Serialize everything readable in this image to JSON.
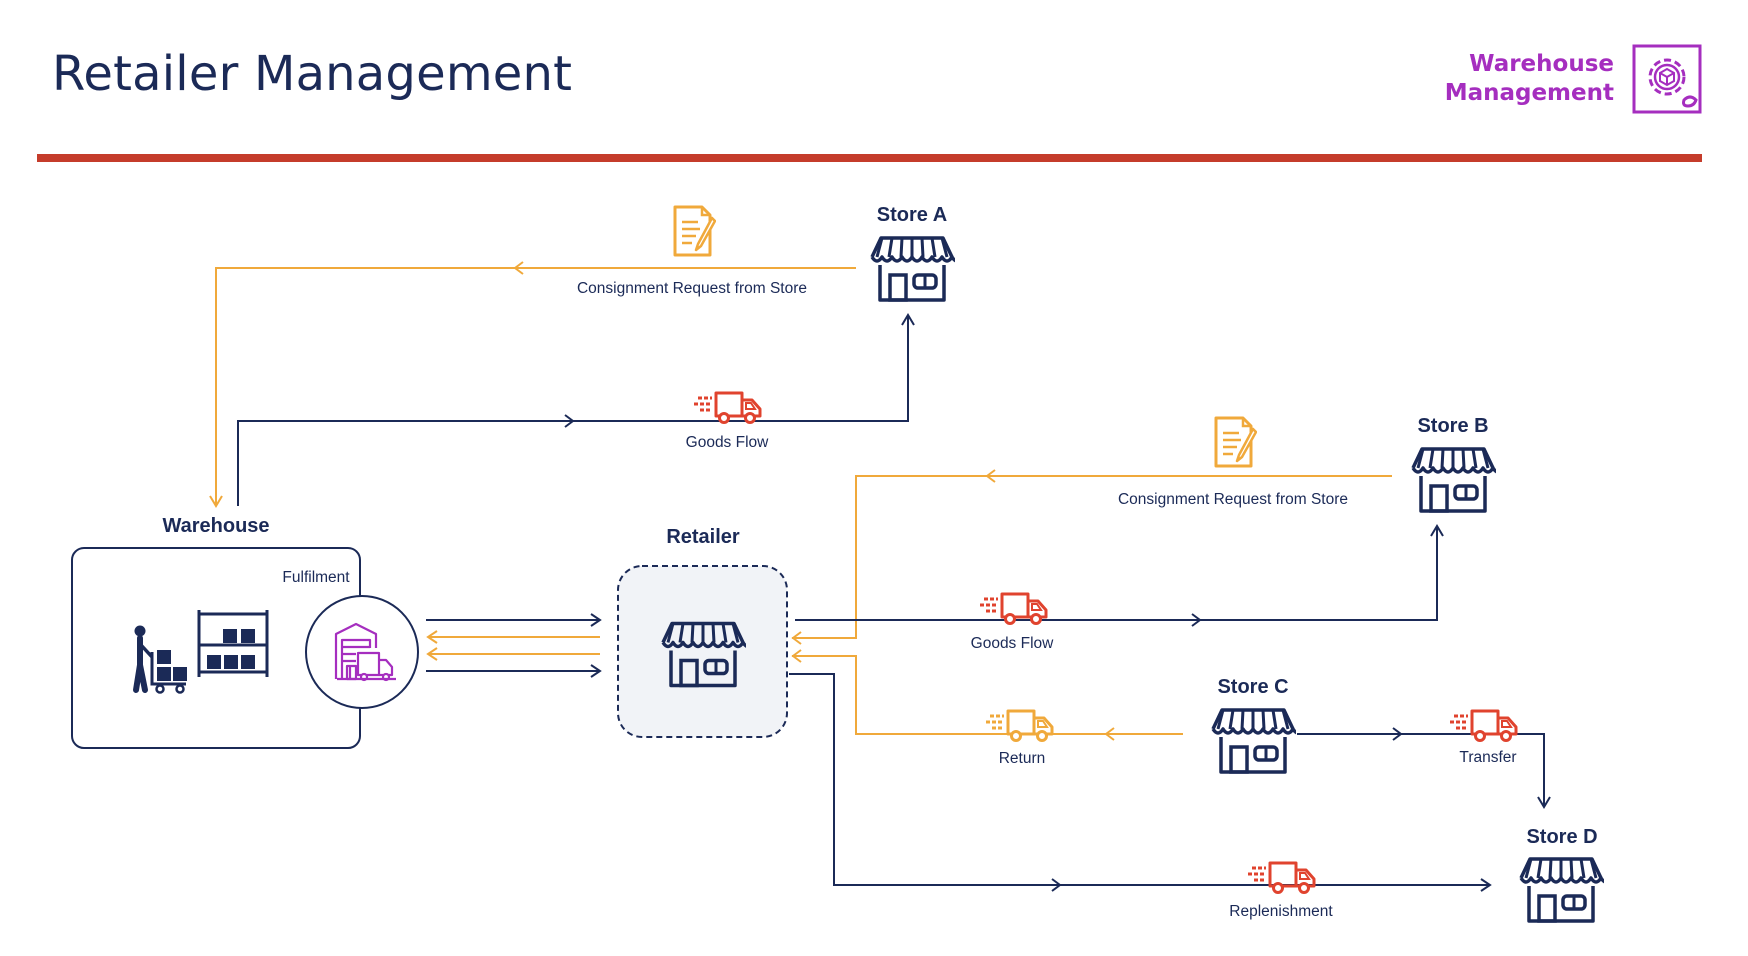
{
  "header": {
    "title": "Retailer Management",
    "brand_line1": "Warehouse",
    "brand_line2": "Management",
    "brand_icon": "gear-cube-icon"
  },
  "colors": {
    "navy": "#1b2a57",
    "orange": "#f0a93b",
    "red": "#e0432e",
    "purple": "#a52ebf",
    "rule": "#c53c2b"
  },
  "nodes": {
    "store_a": "Store A",
    "store_b": "Store B",
    "store_c": "Store C",
    "store_d": "Store D",
    "warehouse": "Warehouse",
    "retailer": "Retailer",
    "fulfilment": "Fulfilment"
  },
  "edges": {
    "consignment_a": "Consignment Request from Store",
    "goods_flow_a": "Goods Flow",
    "consignment_b": "Consignment Request from Store",
    "goods_flow_b": "Goods Flow",
    "return": "Return",
    "transfer": "Transfer",
    "replenishment": "Replenishment"
  }
}
